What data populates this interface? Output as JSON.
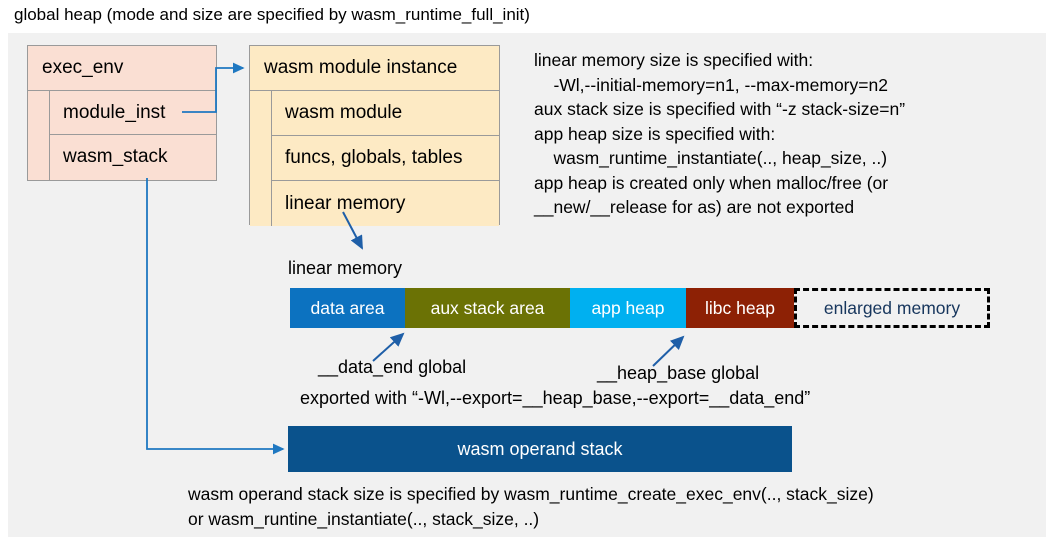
{
  "title": "global heap (mode and size are specified by wasm_runtime_full_init)",
  "exec_env": {
    "header": "exec_env",
    "fields": [
      {
        "label": "module_inst"
      },
      {
        "label": "wasm_stack"
      }
    ]
  },
  "wasm_module_instance": {
    "header": "wasm module instance",
    "fields": [
      {
        "label": "wasm module"
      },
      {
        "label": "funcs, globals, tables"
      },
      {
        "label": "linear memory"
      }
    ]
  },
  "notes": "linear memory size is specified with:\n    -Wl,--initial-memory=n1, --max-memory=n2\naux stack size is specified with “-z stack-size=n”\napp heap size is specified with:\n    wasm_runtime_instantiate(.., heap_size, ..)\napp heap is created only when malloc/free (or\n__new/__release for as) are not exported",
  "linear_memory": {
    "label": "linear memory",
    "segments": [
      {
        "name": "data area",
        "label": "data area",
        "color": "#0c72c0",
        "text_color": "#ffffff",
        "width": 115
      },
      {
        "name": "aux stack area",
        "label": "aux stack area",
        "color": "#6b7205",
        "text_color": "#ffffff",
        "width": 165
      },
      {
        "name": "app heap",
        "label": "app heap",
        "color": "#00b0f0",
        "text_color": "#ffffff",
        "width": 116
      },
      {
        "name": "libc heap",
        "label": "libc heap",
        "color": "#8d2105",
        "text_color": "#ffffff",
        "width": 108
      },
      {
        "name": "enlarged memory",
        "label": "enlarged memory",
        "color": "#f1f1f1",
        "text_color": "#17365d",
        "width": 196
      }
    ]
  },
  "annotations": {
    "data_end": "__data_end global",
    "heap_base": "__heap_base global",
    "exported": "exported with “-Wl,--export=__heap_base,--export=__data_end”"
  },
  "operand_stack": {
    "label": "wasm operand stack",
    "caption": "wasm operand stack size is specified by wasm_runtime_create_exec_env(.., stack_size)\nor wasm_runtine_instantiate(.., stack_size, ..)"
  },
  "colors": {
    "panel_background": "#f1f1f1",
    "exec_env_fill": "#fadfd3",
    "module_instance_fill": "#fdeac4",
    "connector": "#1f78c1",
    "operand_stack_fill": "#0a528c",
    "box_border": "#9a9a9a"
  }
}
